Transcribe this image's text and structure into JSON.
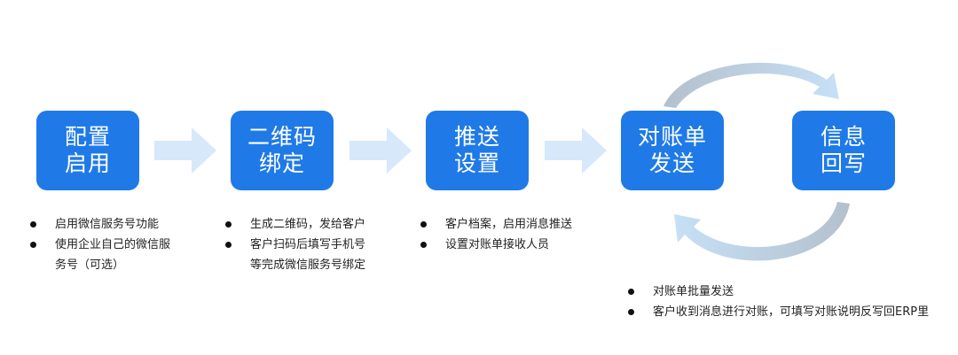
{
  "steps": [
    {
      "line1": "配置",
      "line2": "启用"
    },
    {
      "line1": "二维码",
      "line2": "绑定"
    },
    {
      "line1": "推送",
      "line2": "设置"
    },
    {
      "line1": "对账单",
      "line2": "发送"
    },
    {
      "line1": "信息",
      "line2": "回写"
    }
  ],
  "bullets": {
    "step1": [
      "启用微信服务号功能",
      "使用企业自己的微信服",
      "务号（可选）"
    ],
    "step2": [
      "生成二维码，发给客户",
      "客户扫码后填写手机号",
      "等完成微信服务号绑定"
    ],
    "step3": [
      "客户档案，启用消息推送",
      "设置对账单接收人员"
    ],
    "step4": [
      "对账单批量发送",
      "客户收到消息进行对账，可填写对账说明反写回ERP里"
    ]
  },
  "colors": {
    "box": "#1f7ae8",
    "box_text": "#ffffff",
    "flow_arrow": "#d6e8fa",
    "loop_arrow_blue": "#bcdaf4",
    "loop_arrow_gray": "#b4c0cc"
  }
}
